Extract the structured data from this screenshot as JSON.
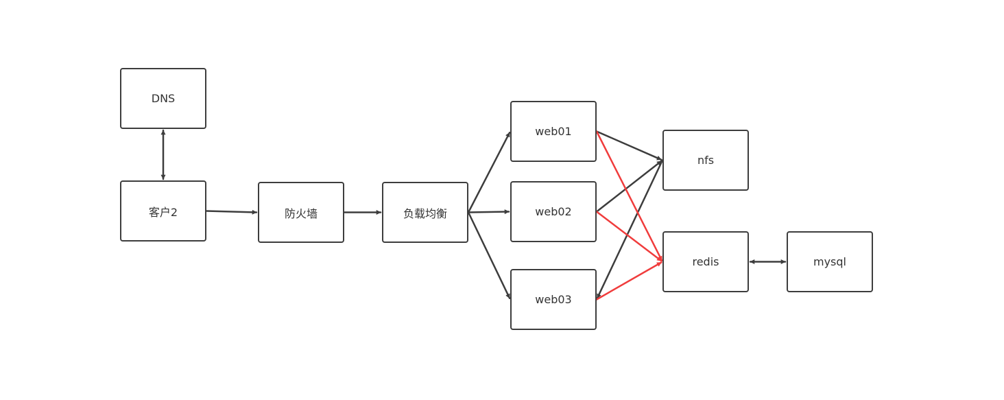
{
  "nodes": {
    "dns": "DNS",
    "client": "客户2",
    "firewall": "防火墙",
    "load_balancer": "负载均衡",
    "web01": "web01",
    "web02": "web02",
    "web03": "web03",
    "nfs": "nfs",
    "redis": "redis",
    "mysql": "mysql"
  },
  "edges": [
    {
      "from": "dns",
      "to": "client",
      "direction": "both",
      "color": "#3d3d3d"
    },
    {
      "from": "client",
      "to": "firewall",
      "direction": "forward",
      "color": "#3d3d3d"
    },
    {
      "from": "firewall",
      "to": "load_balancer",
      "direction": "forward",
      "color": "#3d3d3d"
    },
    {
      "from": "load_balancer",
      "to": "web01",
      "direction": "forward",
      "color": "#3d3d3d"
    },
    {
      "from": "load_balancer",
      "to": "web02",
      "direction": "forward",
      "color": "#3d3d3d"
    },
    {
      "from": "load_balancer",
      "to": "web03",
      "direction": "forward",
      "color": "#3d3d3d"
    },
    {
      "from": "web01",
      "to": "nfs",
      "direction": "forward",
      "color": "#3d3d3d"
    },
    {
      "from": "web02",
      "to": "nfs",
      "direction": "forward",
      "color": "#3d3d3d"
    },
    {
      "from": "nfs",
      "to": "web03",
      "direction": "forward",
      "color": "#3d3d3d"
    },
    {
      "from": "web01",
      "to": "redis",
      "direction": "forward",
      "color": "#f03c3c"
    },
    {
      "from": "web02",
      "to": "redis",
      "direction": "forward",
      "color": "#f03c3c"
    },
    {
      "from": "web03",
      "to": "redis",
      "direction": "forward",
      "color": "#f03c3c"
    },
    {
      "from": "redis",
      "to": "mysql",
      "direction": "both",
      "color": "#3d3d3d"
    }
  ],
  "colors": {
    "node_border": "#3d3d3d",
    "edge_default": "#3d3d3d",
    "edge_highlight": "#f03c3c",
    "text": "#333333"
  }
}
